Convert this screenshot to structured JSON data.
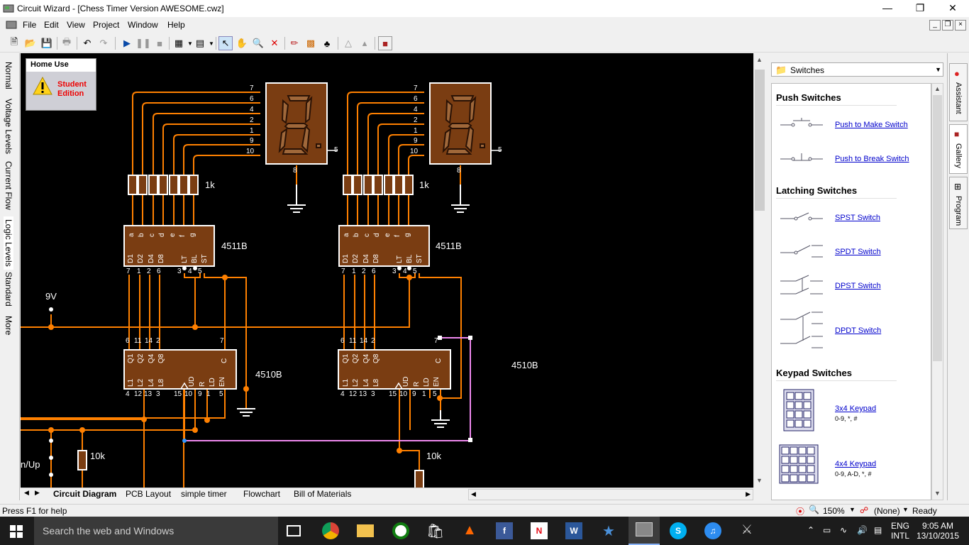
{
  "window": {
    "app_name": "Circuit Wizard",
    "document": "[Chess Timer Version AWESOME.cwz]",
    "title": "Circuit Wizard - [Chess Timer Version AWESOME.cwz]"
  },
  "menu": [
    "File",
    "Edit",
    "View",
    "Project",
    "Window",
    "Help"
  ],
  "left_tabs": [
    "Normal",
    "Voltage Levels",
    "Current Flow",
    "Logic Levels",
    "Standard",
    "More"
  ],
  "badge": {
    "title": "Home Use",
    "edition": "Student Edition"
  },
  "circuit": {
    "supply": "9V",
    "resistor_1k": "1k",
    "resistor_10k": "10k",
    "decoder": "4511B",
    "counter": "4510B",
    "switch_label": "n/Up",
    "display_pins": [
      "7",
      "6",
      "4",
      "2",
      "1",
      "9",
      "10"
    ],
    "display_pin_right": "5",
    "display_pin_bottom": "8",
    "decoder_top_pins": [
      "a",
      "b",
      "c",
      "d",
      "e",
      "f",
      "g"
    ],
    "decoder_bottom_pins": [
      "D1",
      "D2",
      "D4",
      "D8",
      "LT",
      "BL",
      "ST"
    ],
    "decoder_pin_numbers": [
      "7",
      "1",
      "2",
      "6",
      "3",
      "4",
      "5"
    ],
    "counter_top_pins": [
      "Q1",
      "Q2",
      "Q4",
      "Q8",
      "C"
    ],
    "counter_top_numbers": [
      "6",
      "11",
      "14",
      "2",
      "7"
    ],
    "counter_bottom_pins": [
      "L1",
      "L2",
      "L4",
      "L8",
      "UD",
      "R",
      "LD",
      "EN"
    ],
    "counter_bottom_numbers": [
      "4",
      "12",
      "13",
      "3",
      "15",
      "10",
      "9",
      "1",
      "5"
    ]
  },
  "doc_tabs": [
    "Circuit Diagram",
    "PCB Layout",
    "simple timer",
    "Flowchart",
    "Bill of Materials"
  ],
  "status": {
    "help": "Press F1 for help",
    "zoom": "150%",
    "part": "(None)",
    "ready": "Ready"
  },
  "gallery": {
    "category": "Switches",
    "sections": [
      {
        "title": "Push Switches",
        "items": [
          "Push to Make Switch",
          "Push to Break Switch"
        ]
      },
      {
        "title": "Latching Switches",
        "items": [
          "SPST Switch",
          "SPDT Switch",
          "DPST Switch",
          "DPDT Switch"
        ]
      },
      {
        "title": "Keypad Switches",
        "items": [
          "3x4 Keypad",
          "4x4 Keypad"
        ]
      }
    ],
    "keypad_subs": [
      "0-9, *, #",
      "0-9, A-D, *, #"
    ]
  },
  "right_tabs": [
    "Assistant",
    "Gallery",
    "Program"
  ],
  "taskbar": {
    "search_placeholder": "Search the web and Windows",
    "lang": "ENG",
    "layout": "INTL",
    "time": "9:05 AM",
    "date": "13/10/2015"
  },
  "colors": {
    "wire": "#ff8000",
    "component": "#7a3d12",
    "canvas": "#000000",
    "selection": "#ee88ee"
  }
}
